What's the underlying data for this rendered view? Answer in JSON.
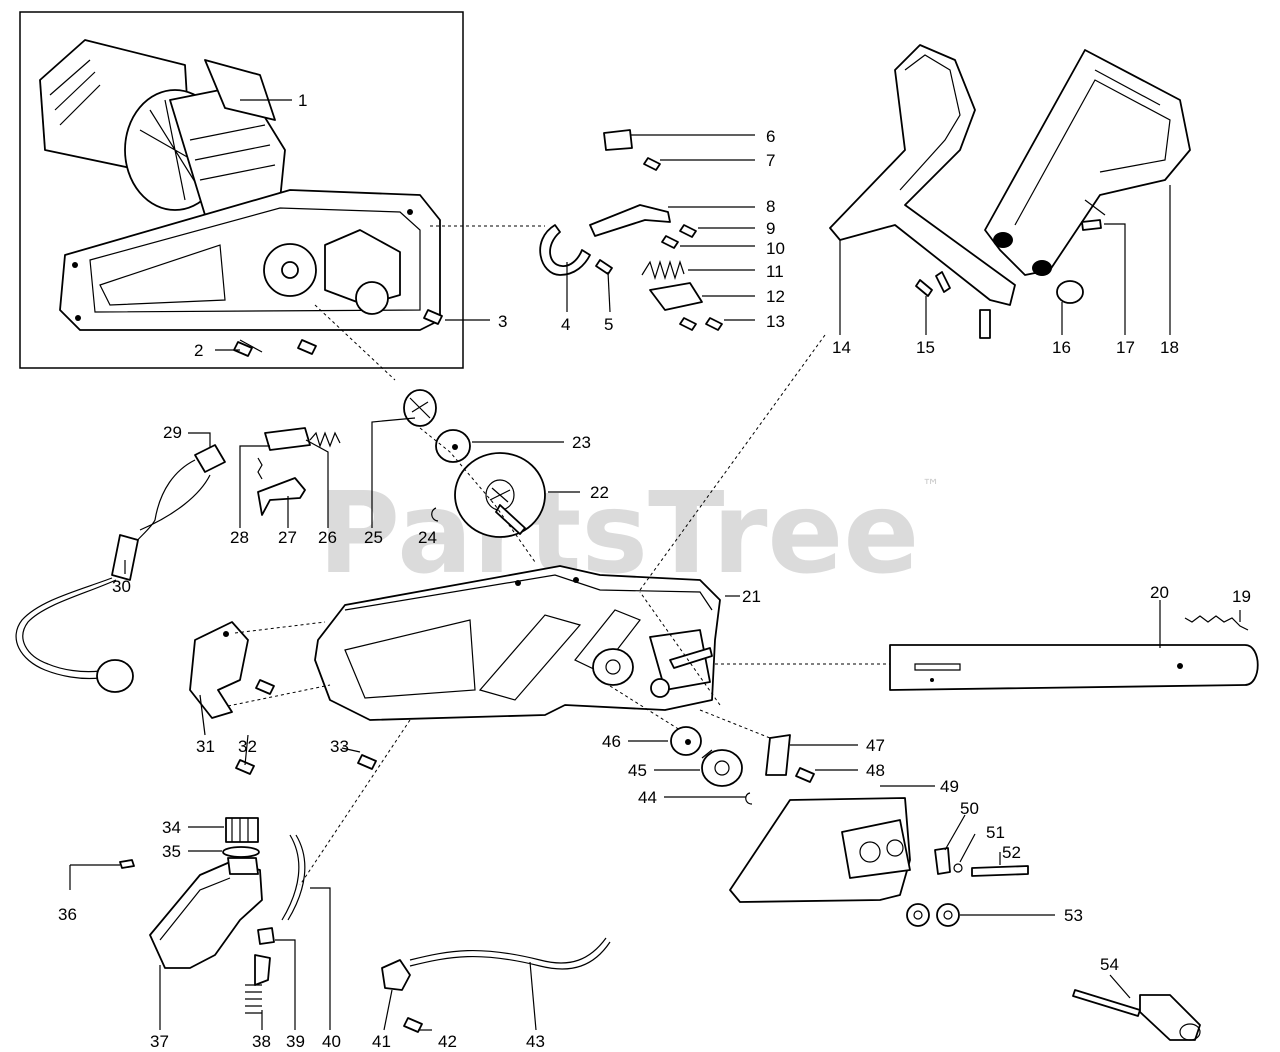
{
  "watermark": {
    "text": "PartsTree",
    "trademark": "™"
  },
  "callouts": [
    "1",
    "2",
    "3",
    "4",
    "5",
    "6",
    "7",
    "8",
    "9",
    "10",
    "11",
    "12",
    "13",
    "14",
    "15",
    "16",
    "17",
    "18",
    "19",
    "20",
    "21",
    "22",
    "23",
    "24",
    "25",
    "26",
    "27",
    "28",
    "29",
    "30",
    "31",
    "32",
    "33",
    "34",
    "35",
    "36",
    "37",
    "38",
    "39",
    "40",
    "41",
    "42",
    "43",
    "44",
    "45",
    "46",
    "47",
    "48",
    "49",
    "50",
    "51",
    "52",
    "53",
    "54"
  ]
}
